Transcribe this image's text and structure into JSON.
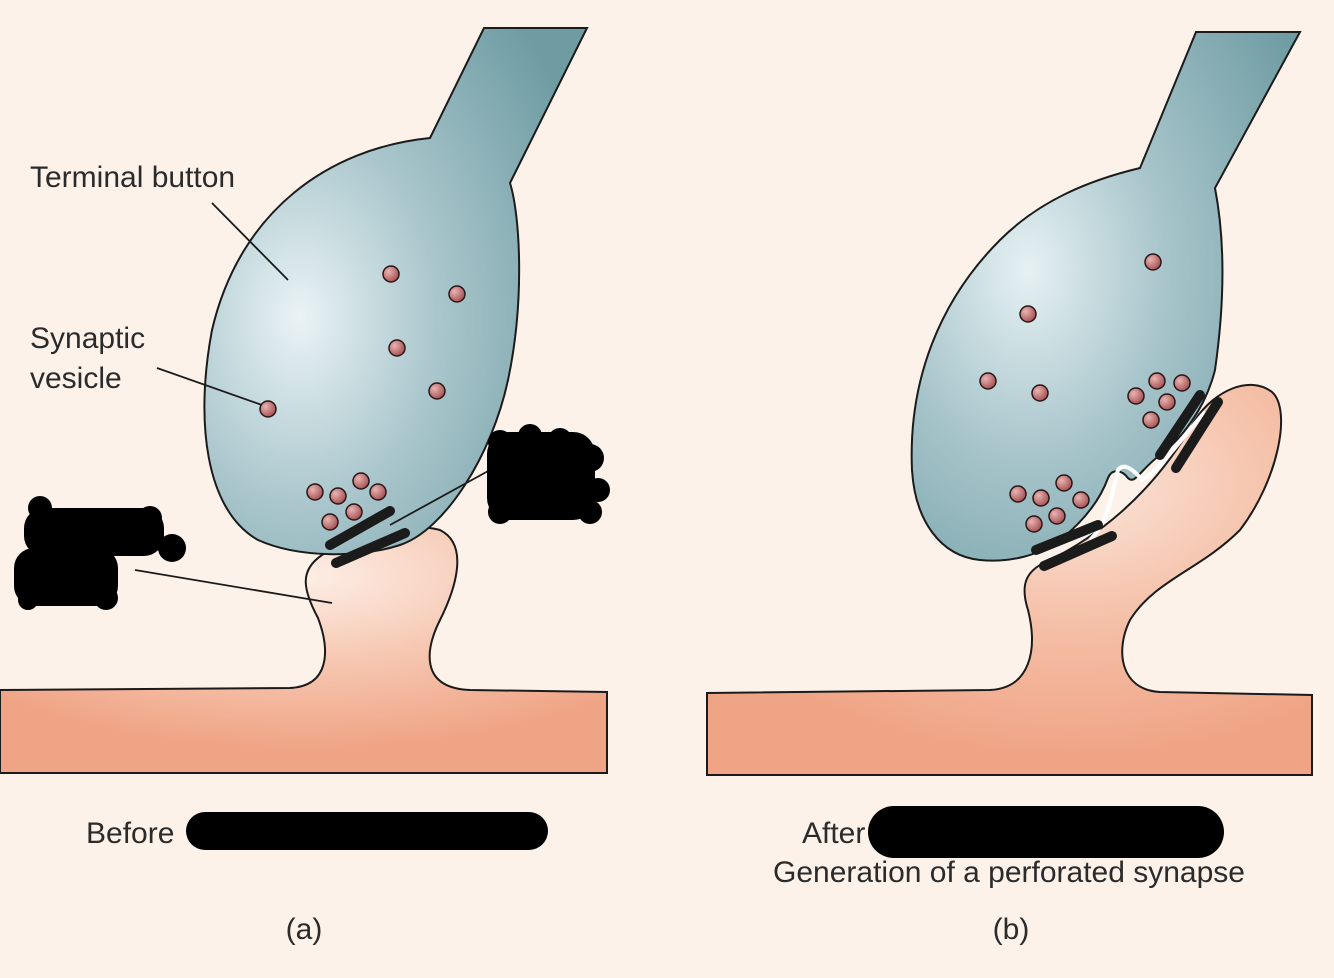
{
  "panel_a": {
    "label_terminal_button": "Terminal button",
    "label_synaptic_line1": "Synaptic",
    "label_synaptic_line2": "vesicle",
    "caption": "Before",
    "panel_id": "(a)"
  },
  "panel_b": {
    "caption_line1": "After",
    "caption_line2": "Generation of a perforated synapse",
    "panel_id": "(b)"
  },
  "colors": {
    "background": "#fdf2ea",
    "terminal": "#6f9ca3",
    "terminal_highlight": "#e6f1f3",
    "dendrite": "#f0a486",
    "dendrite_highlight": "#fbe3d6",
    "vesicle": "#b25b5c",
    "redaction": "#000000"
  }
}
